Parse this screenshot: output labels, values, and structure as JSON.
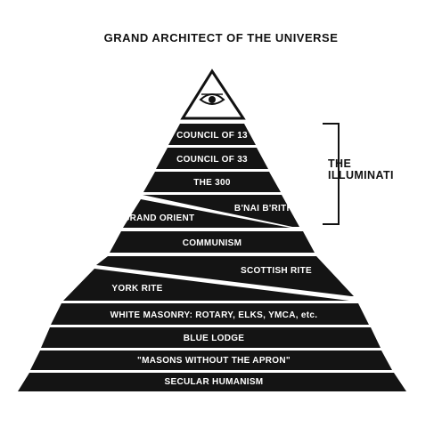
{
  "title": "GRAND ARCHITECT OF THE UNIVERSE",
  "apex": {
    "icon": "all-seeing-eye-icon"
  },
  "tiers": {
    "council13": "COUNCIL OF 13",
    "council33": "COUNCIL OF 33",
    "the300": "THE 300",
    "bnai": "B'NAI B'RITH",
    "grand_orient": "GRAND ORIENT",
    "communism": "COMMUNISM",
    "scottish": "SCOTTISH RITE",
    "york": "YORK RITE",
    "white": "WHITE MASONRY: ROTARY, ELKS, YMCA, etc.",
    "blue": "BLUE LODGE",
    "apron": "\"MASONS WITHOUT THE APRON\"",
    "secular": "SECULAR HUMANISM"
  },
  "bracket_label": [
    "THE",
    "ILLUMINATI"
  ],
  "colors": {
    "band": "#141414",
    "background": "#ffffff"
  }
}
